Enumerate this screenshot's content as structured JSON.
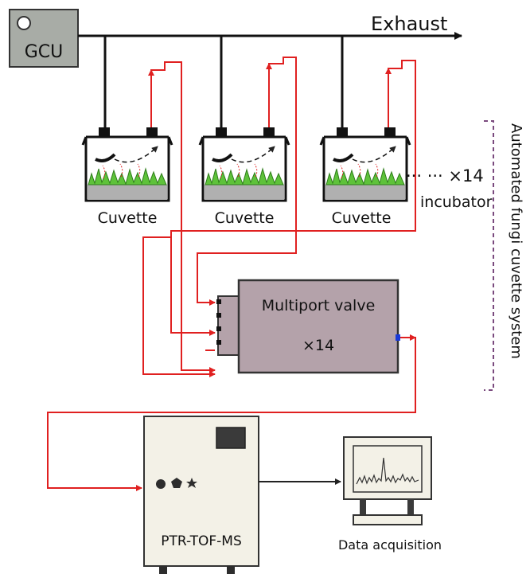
{
  "labels": {
    "gcu": "GCU",
    "exhaust": "Exhaust",
    "cuvette": "Cuvette",
    "more_cuvettes": "··· ··· ×14",
    "incubator": "incubator",
    "system": "Automated fungi cuvette system",
    "valve_title": "Multiport valve",
    "valve_count": "×14",
    "ptr": "PTR-TOF-MS",
    "data": "Data acquisition"
  },
  "colors": {
    "gas_line": "#e02020",
    "supply_line": "#111111",
    "gcu_fill": "#a8aca6",
    "valve_fill": "#b4a2aa",
    "instrument_fill": "#f3f1e7",
    "grass": "#5ec23a",
    "soil": "#b0b0b0",
    "bracket": "#7a4a7e"
  }
}
